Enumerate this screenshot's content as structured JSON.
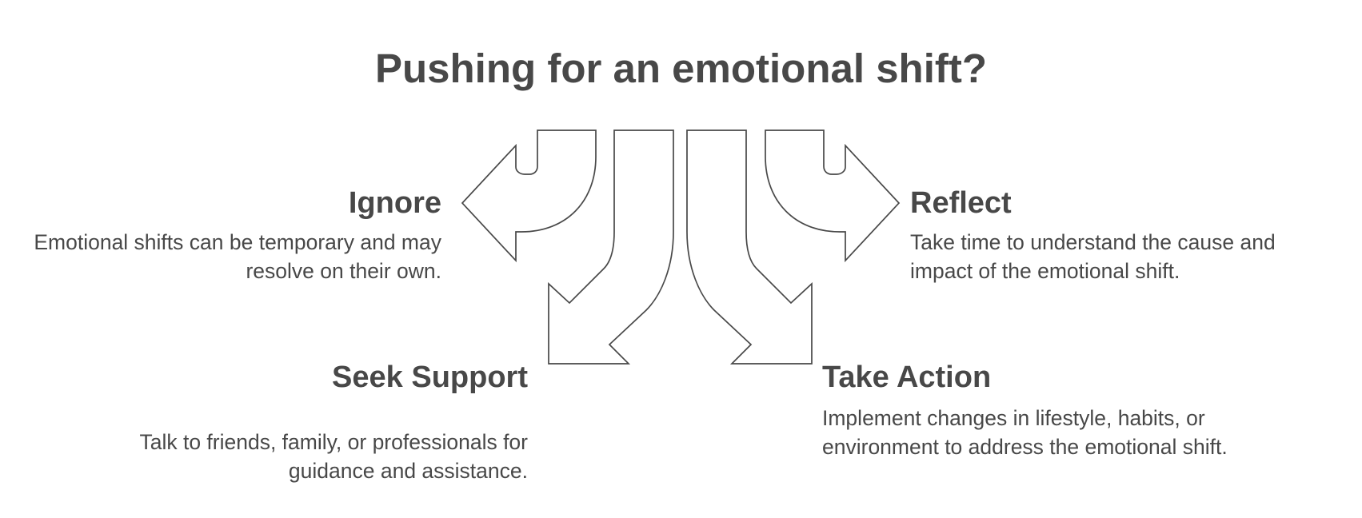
{
  "diagram": {
    "title": "Pushing for an emotional shift?",
    "colors": {
      "text": "#484848",
      "arrow_stroke": "#484848",
      "arrow_fill": "#ffffff",
      "background": "#ffffff"
    },
    "options": [
      {
        "id": "ignore",
        "title": "Ignore",
        "description": "Emotional shifts can be temporary and may resolve on their own.",
        "arrow_direction": "left"
      },
      {
        "id": "reflect",
        "title": "Reflect",
        "description": "Take time to understand the cause and impact of the emotional shift.",
        "arrow_direction": "right"
      },
      {
        "id": "seek-support",
        "title": "Seek Support",
        "description": "Talk to friends, family, or professionals for guidance and assistance.",
        "arrow_direction": "down-left"
      },
      {
        "id": "take-action",
        "title": "Take Action",
        "description": "Implement changes in lifestyle, habits, or environment to address the emotional shift.",
        "arrow_direction": "down-right"
      }
    ]
  }
}
